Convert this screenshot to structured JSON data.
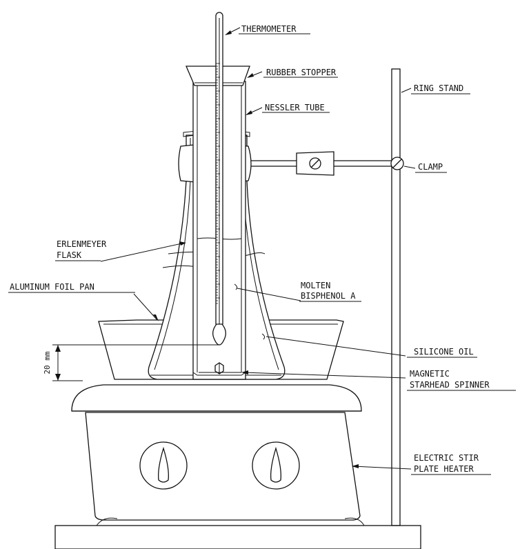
{
  "labels": {
    "thermometer": "THERMOMETER",
    "rubber_stopper": "RUBBER STOPPER",
    "nessler_tube": "NESSLER TUBE",
    "ring_stand": "RING STAND",
    "clamp": "CLAMP",
    "erlenmeyer_line1": "ERLENMEYER",
    "erlenmeyer_line2": "FLASK",
    "aluminum_foil_pan": "ALUMINUM FOIL PAN",
    "molten_line1": "MOLTEN",
    "molten_line2": "BISPHENOL A",
    "silicone_oil": "SILICONE OIL",
    "magnetic_line1": "MAGNETIC",
    "magnetic_line2": "STARHEAD SPINNER",
    "heater_line1": "ELECTRIC STIR",
    "heater_line2": "PLATE HEATER",
    "dimension": "20 mm"
  }
}
